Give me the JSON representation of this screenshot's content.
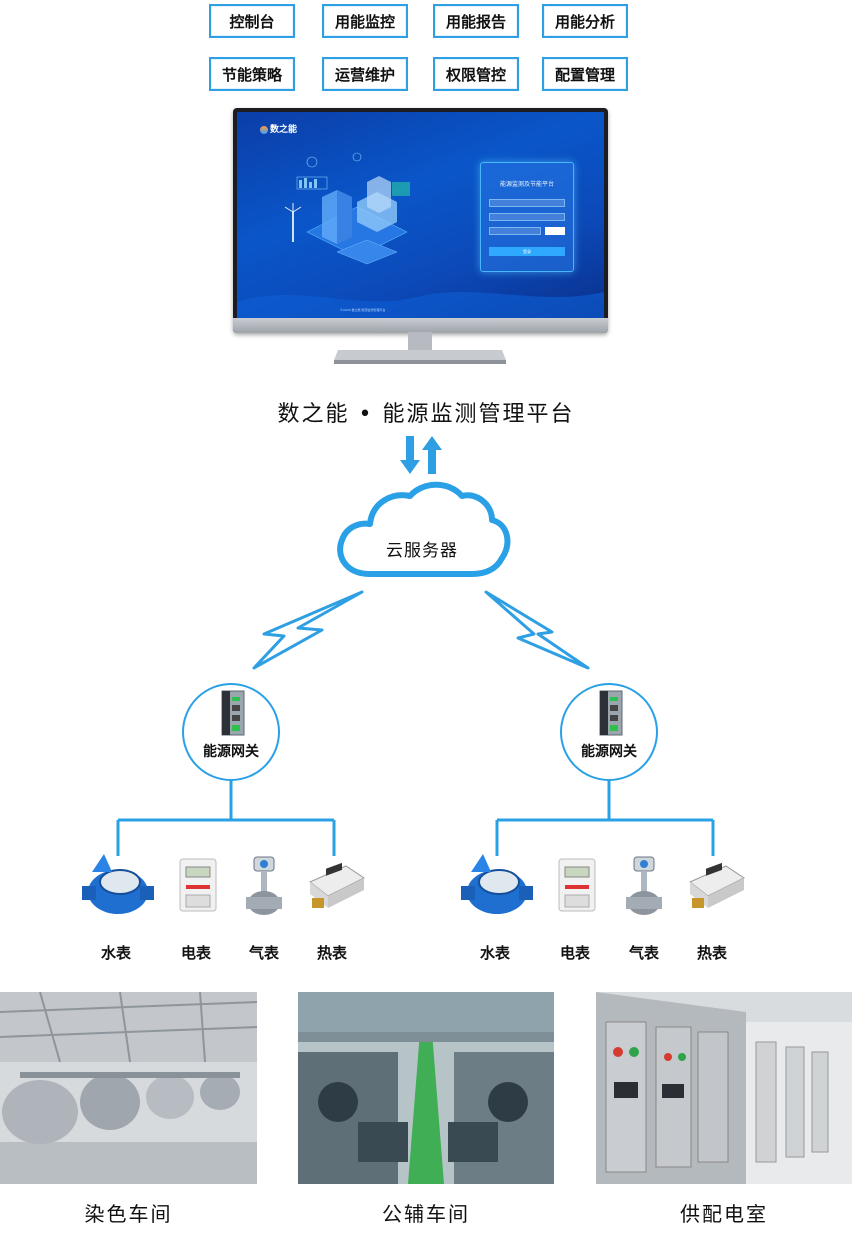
{
  "features": [
    {
      "label": "控制台"
    },
    {
      "label": "用能监控"
    },
    {
      "label": "用能报告"
    },
    {
      "label": "用能分析"
    },
    {
      "label": "节能策略"
    },
    {
      "label": "运营维护"
    },
    {
      "label": "权限管控"
    },
    {
      "label": "配置管理"
    }
  ],
  "screen": {
    "logo": "数之能",
    "login_title": "能源监测及节能平台",
    "login_button": "登录",
    "footer": "©2024 数之能 能源监测管理平台"
  },
  "platform_title": "数之能 • 能源监测管理平台",
  "cloud": {
    "label": "云服务器"
  },
  "gateways": [
    {
      "label": "能源网关"
    },
    {
      "label": "能源网关"
    }
  ],
  "meters_left": [
    {
      "label": "水表"
    },
    {
      "label": "电表"
    },
    {
      "label": "气表"
    },
    {
      "label": "热表"
    }
  ],
  "meters_right": [
    {
      "label": "水表"
    },
    {
      "label": "电表"
    },
    {
      "label": "气表"
    },
    {
      "label": "热表"
    }
  ],
  "sites": [
    {
      "label": "染色车间"
    },
    {
      "label": "公辅车间"
    },
    {
      "label": "供配电室"
    }
  ],
  "colors": {
    "accent": "#2f9fe3",
    "line": "#2aa0e6",
    "screen": "#0a56c9"
  }
}
